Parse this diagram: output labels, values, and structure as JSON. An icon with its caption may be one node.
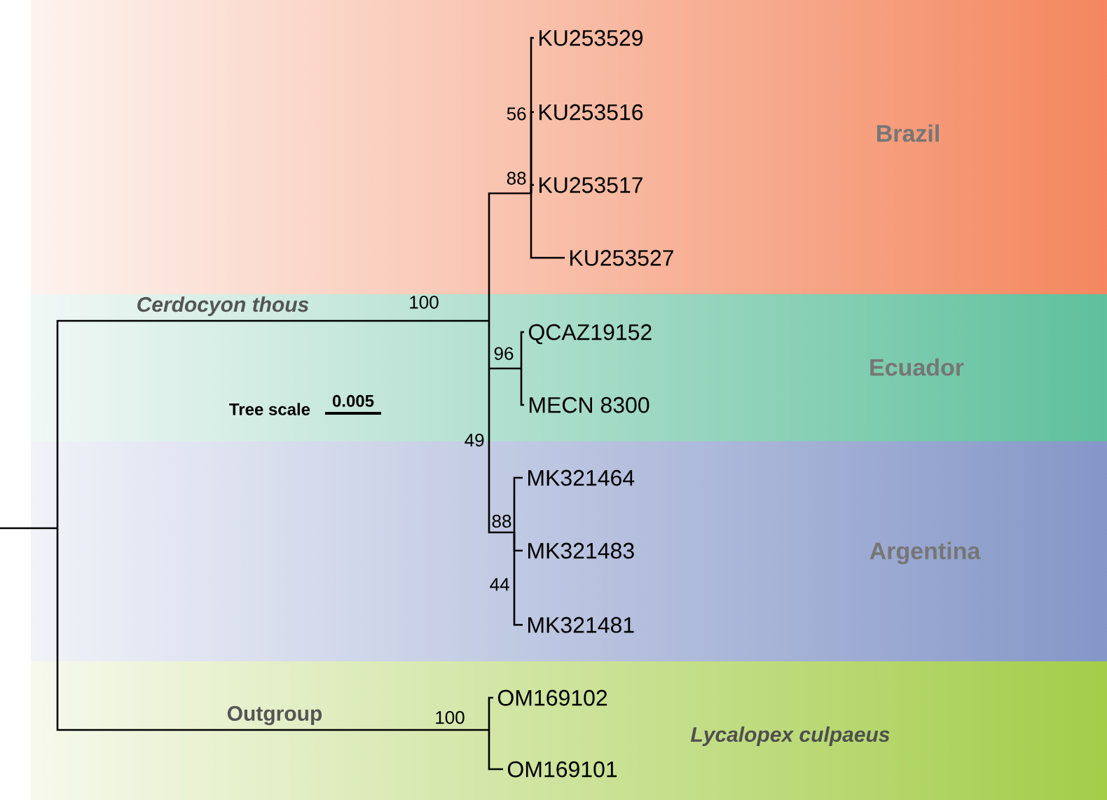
{
  "diagram": {
    "nodes": [
      {
        "text": [
          "Brazil"
        ]
      },
      {
        "text": [
          "KU253529"
        ],
        "in": 0
      },
      {
        "text": [
          "KU253516"
        ],
        "in": 0
      },
      {
        "text": [
          "KU253517"
        ],
        "in": 0
      },
      {
        "text": [
          "KU253527"
        ],
        "in": 0
      },
      {
        "text": [
          "Ecuador"
        ]
      },
      {
        "text": [
          "QCAZ19152"
        ],
        "in": 5
      },
      {
        "text": [
          "MECN 8300"
        ],
        "in": 5
      },
      {
        "text": [
          "Argentina"
        ]
      },
      {
        "text": [
          "MK321464"
        ],
        "in": 8
      },
      {
        "text": [
          "MK321483"
        ],
        "in": 8
      },
      {
        "text": [
          "MK321481"
        ],
        "in": 8
      },
      {
        "text": [
          "Lycalopex culpaeus"
        ]
      },
      {
        "text": [
          "OM169102"
        ],
        "in": 12
      },
      {
        "text": [
          "OM169101"
        ],
        "in": 12
      }
    ],
    "edges": [
      {
        "from": null,
        "to": 1,
        "arrow": "none"
      },
      {
        "from": null,
        "to": 2,
        "arrow": "none"
      },
      {
        "from": null,
        "to": 3,
        "arrow": "none"
      },
      {
        "from": null,
        "to": 4,
        "arrow": "none"
      },
      {
        "from": null,
        "to": 6,
        "arrow": "none"
      },
      {
        "from": null,
        "to": 7,
        "arrow": "none"
      },
      {
        "from": null,
        "to": 9,
        "arrow": "none"
      },
      {
        "from": null,
        "to": 10,
        "arrow": "none"
      },
      {
        "from": null,
        "to": 11,
        "arrow": "none"
      },
      {
        "from": null,
        "to": 13,
        "arrow": "none"
      },
      {
        "from": null,
        "to": 14,
        "arrow": "none"
      }
    ],
    "labels": [
      "56",
      "88",
      "Cerdocyon thous",
      "100",
      "96",
      "Tree scale",
      "0.005",
      "49",
      "88",
      "44",
      "Outgroup",
      "100"
    ]
  }
}
